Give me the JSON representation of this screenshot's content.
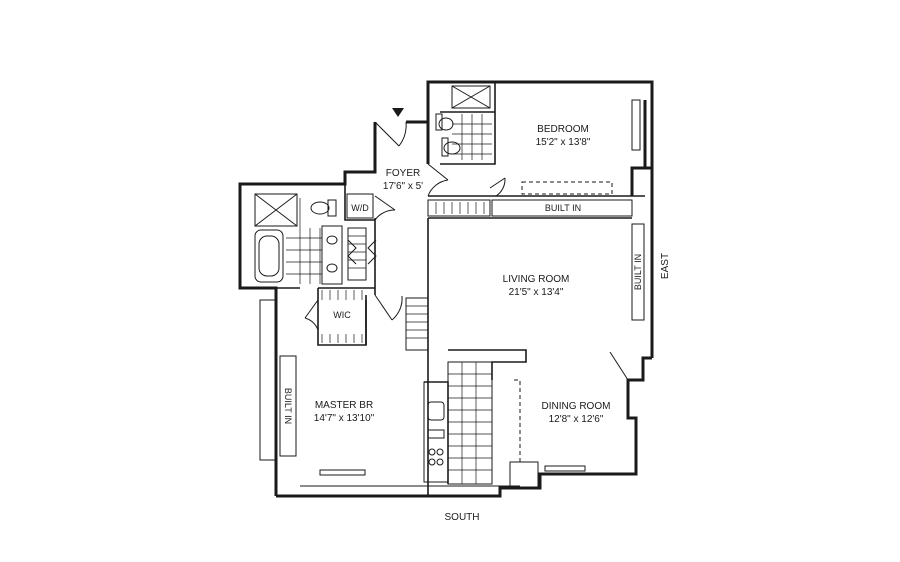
{
  "rooms": {
    "bedroom": {
      "name": "BEDROOM",
      "size": "15'2\" x 13'8\""
    },
    "foyer": {
      "name": "FOYER",
      "size": "17'6\" x 5'"
    },
    "living": {
      "name": "LIVING ROOM",
      "size": "21'5\" x 13'4\""
    },
    "master": {
      "name": "MASTER BR",
      "size": "14'7\" x 13'10\""
    },
    "dining": {
      "name": "DINING ROOM",
      "size": "12'8\" x 12'6\""
    }
  },
  "labels": {
    "wd": "W/D",
    "wic": "WIC",
    "built_in_bedroom": "BUILT IN",
    "built_in_living": "BUILT IN",
    "built_in_master": "BUILT IN"
  },
  "compass": {
    "south": "SOUTH",
    "east": "EAST"
  }
}
